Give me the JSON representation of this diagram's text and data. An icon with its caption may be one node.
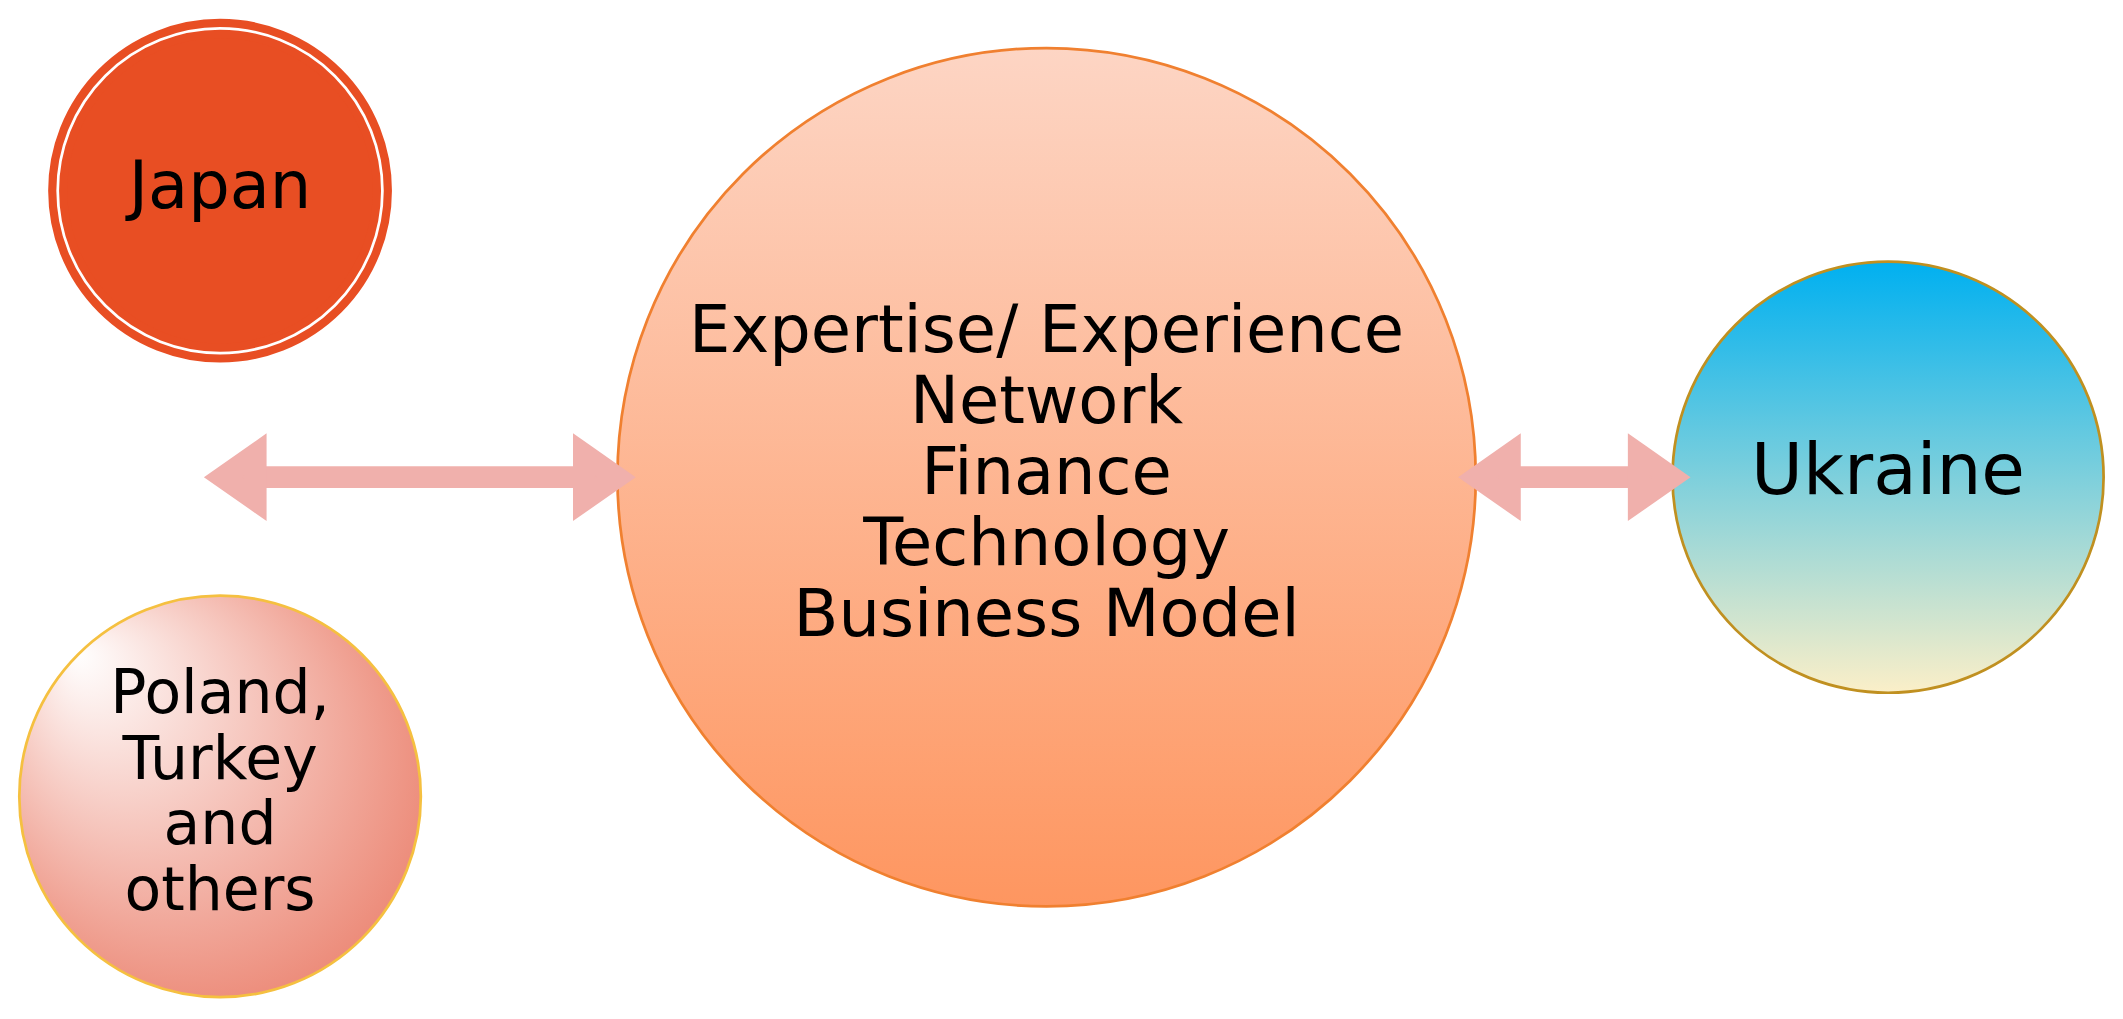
{
  "diagram": {
    "nodes": [
      {
        "text": [
          "Japan"
        ]
      },
      {
        "text": [
          "Poland, Turkey and others"
        ]
      },
      {
        "text": [
          "Expertise/ Experience",
          "Network",
          "Finance",
          "Technology",
          "Business Model"
        ]
      },
      {
        "text": [
          "Ukraine"
        ]
      }
    ],
    "edges": [
      {
        "from": null,
        "to": 2,
        "arrow": "both",
        "color": "#f0b0ac"
      },
      {
        "from": 2,
        "to": 3,
        "arrow": "both",
        "color": "#f0b0ac"
      }
    ]
  }
}
